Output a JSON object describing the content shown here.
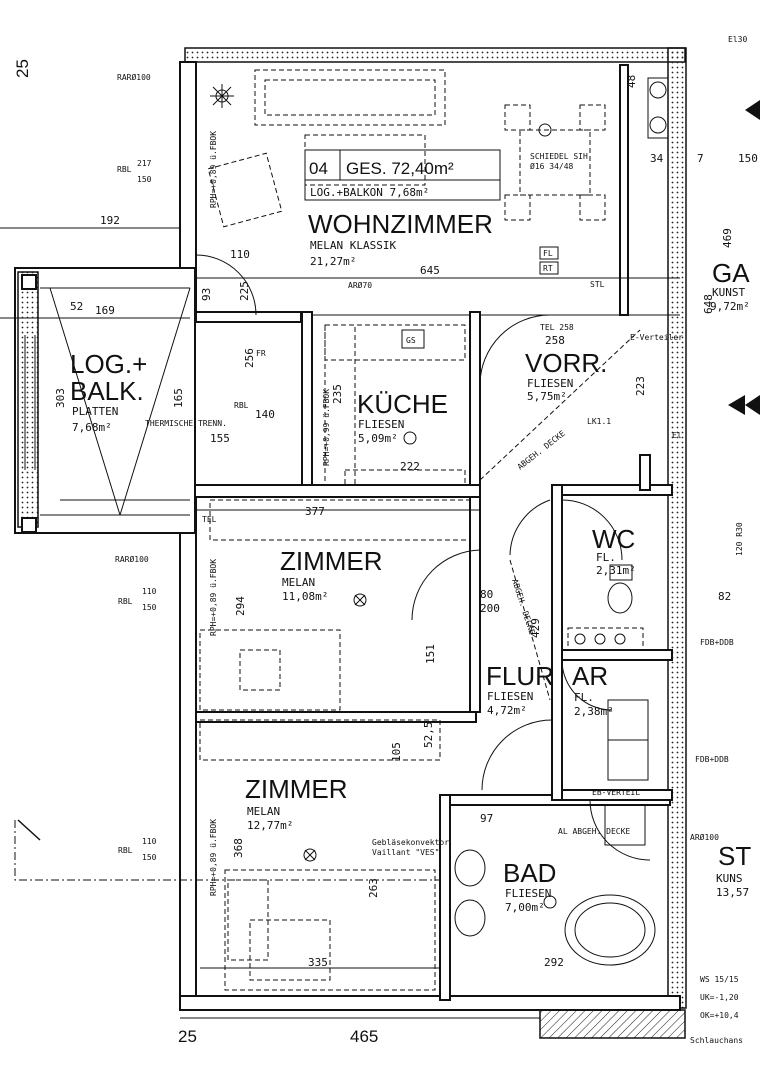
{
  "unit": {
    "number": "04",
    "total_label": "GES. 72,40m²",
    "sub_label": "LOG.+BALKON 7,68m²"
  },
  "rooms": {
    "wohnzimmer": {
      "name": "WOHNZIMMER",
      "material": "MELAN KLASSIK",
      "area": "21,27m²"
    },
    "loggia": {
      "name1": "LOG.+",
      "name2": "BALK.",
      "material": "PLATTEN",
      "area": "7,68m²"
    },
    "kueche": {
      "name": "KÜCHE",
      "material": "FLIESEN",
      "area": "5,09m²"
    },
    "vorraum": {
      "name": "VORR.",
      "material": "FLIESEN",
      "area": "5,75m²"
    },
    "zimmer1": {
      "name": "ZIMMER",
      "material": "MELAN",
      "area": "11,08m²"
    },
    "zimmer2": {
      "name": "ZIMMER",
      "material": "MELAN",
      "area": "12,77m²"
    },
    "wc": {
      "name": "WC",
      "material": "FL.",
      "area": "2,31m²"
    },
    "flur": {
      "name": "FLUR",
      "material": "FLIESEN",
      "area": "4,72m²"
    },
    "ar": {
      "name": "AR",
      "material": "FL.",
      "area": "2,38m²"
    },
    "bad": {
      "name": "BAD",
      "material": "FLIESEN",
      "area": "7,00m²"
    },
    "garage": {
      "name": "GA",
      "material": "KUNST",
      "area": "9,72m²"
    },
    "st": {
      "name": "ST",
      "material": "KUNS",
      "area": "13,57"
    }
  },
  "dimensions": {
    "d645": "645",
    "d377": "377",
    "d335": "335",
    "d465": "465",
    "d25a": "25",
    "d25b": "25",
    "d192": "192",
    "d169": "169",
    "d52": "52",
    "d303": "303",
    "d165": "165",
    "d155": "155",
    "d294": "294",
    "d151": "151",
    "d368": "368",
    "d263": "263",
    "d105": "105",
    "d292": "292",
    "d469": "469",
    "d648": "648",
    "d150": "150",
    "d82": "82",
    "d222": "222",
    "d235": "235",
    "d223": "223",
    "d429": "429",
    "d97": "97",
    "d200": "200",
    "d80": "80",
    "d110": "110",
    "d93": "93",
    "d225": "225",
    "d256": "256",
    "d140": "140",
    "d258": "258",
    "d34": "34",
    "d7": "7",
    "d48": "48",
    "d52_5": "52,5"
  },
  "labels": {
    "rar100a": "RARØ100",
    "rar100b": "RARØ100",
    "ar70": "ARØ70",
    "ar100": "ARØ100",
    "rbl1": "RBL",
    "rbl2": "RBL",
    "rbl3": "RBL",
    "rbl_sub1": "217",
    "rbl_sub1b": "150",
    "rbl_sub2": "110",
    "rbl_sub2b": "150",
    "rbl_sub3": "110",
    "rbl_sub3b": "150",
    "rbl_k": "RBL",
    "rph1": "RPH=+0,89 ü.FBOK",
    "rph2": "RPH=+0,89 ü.FBOK",
    "rph3": "RPH=+0,89 ü.FBOK",
    "rph_k": "RPH=+0,99 ü.FBOK",
    "thermische": "THERMISCHE TRENN.",
    "abgeh1": "ABGEH. DECKE",
    "abgeh2": "ABGEH. DECKE",
    "abgeh3": "AL ABGEH. DECKE",
    "schiedel": "SCHIEDEL SIH",
    "schiedel_sub": "Ø16 34/48",
    "geblaese1": "Gebläsekonvektor",
    "geblaese2": "Vaillant \"VES\"",
    "fdb1": "FDB+DDB",
    "fdb2": "FDB+DDB",
    "ws": "WS 15/15",
    "uk": "UK=-1,20",
    "ok": "OK=+10,4",
    "schlauch": "Schlauchans",
    "el": "El",
    "el2": "El30",
    "tel1": "TEL",
    "tel258": "TEL 258",
    "e_verteiler": "E-Verteiler",
    "eb_verteil": "EB-VERTEIL",
    "gs": "GS",
    "fr": "FR",
    "fl_box": "FL",
    "rt_box": "RT",
    "stl": "STL",
    "lk": "LK1.1",
    "r30": "120 R30"
  }
}
